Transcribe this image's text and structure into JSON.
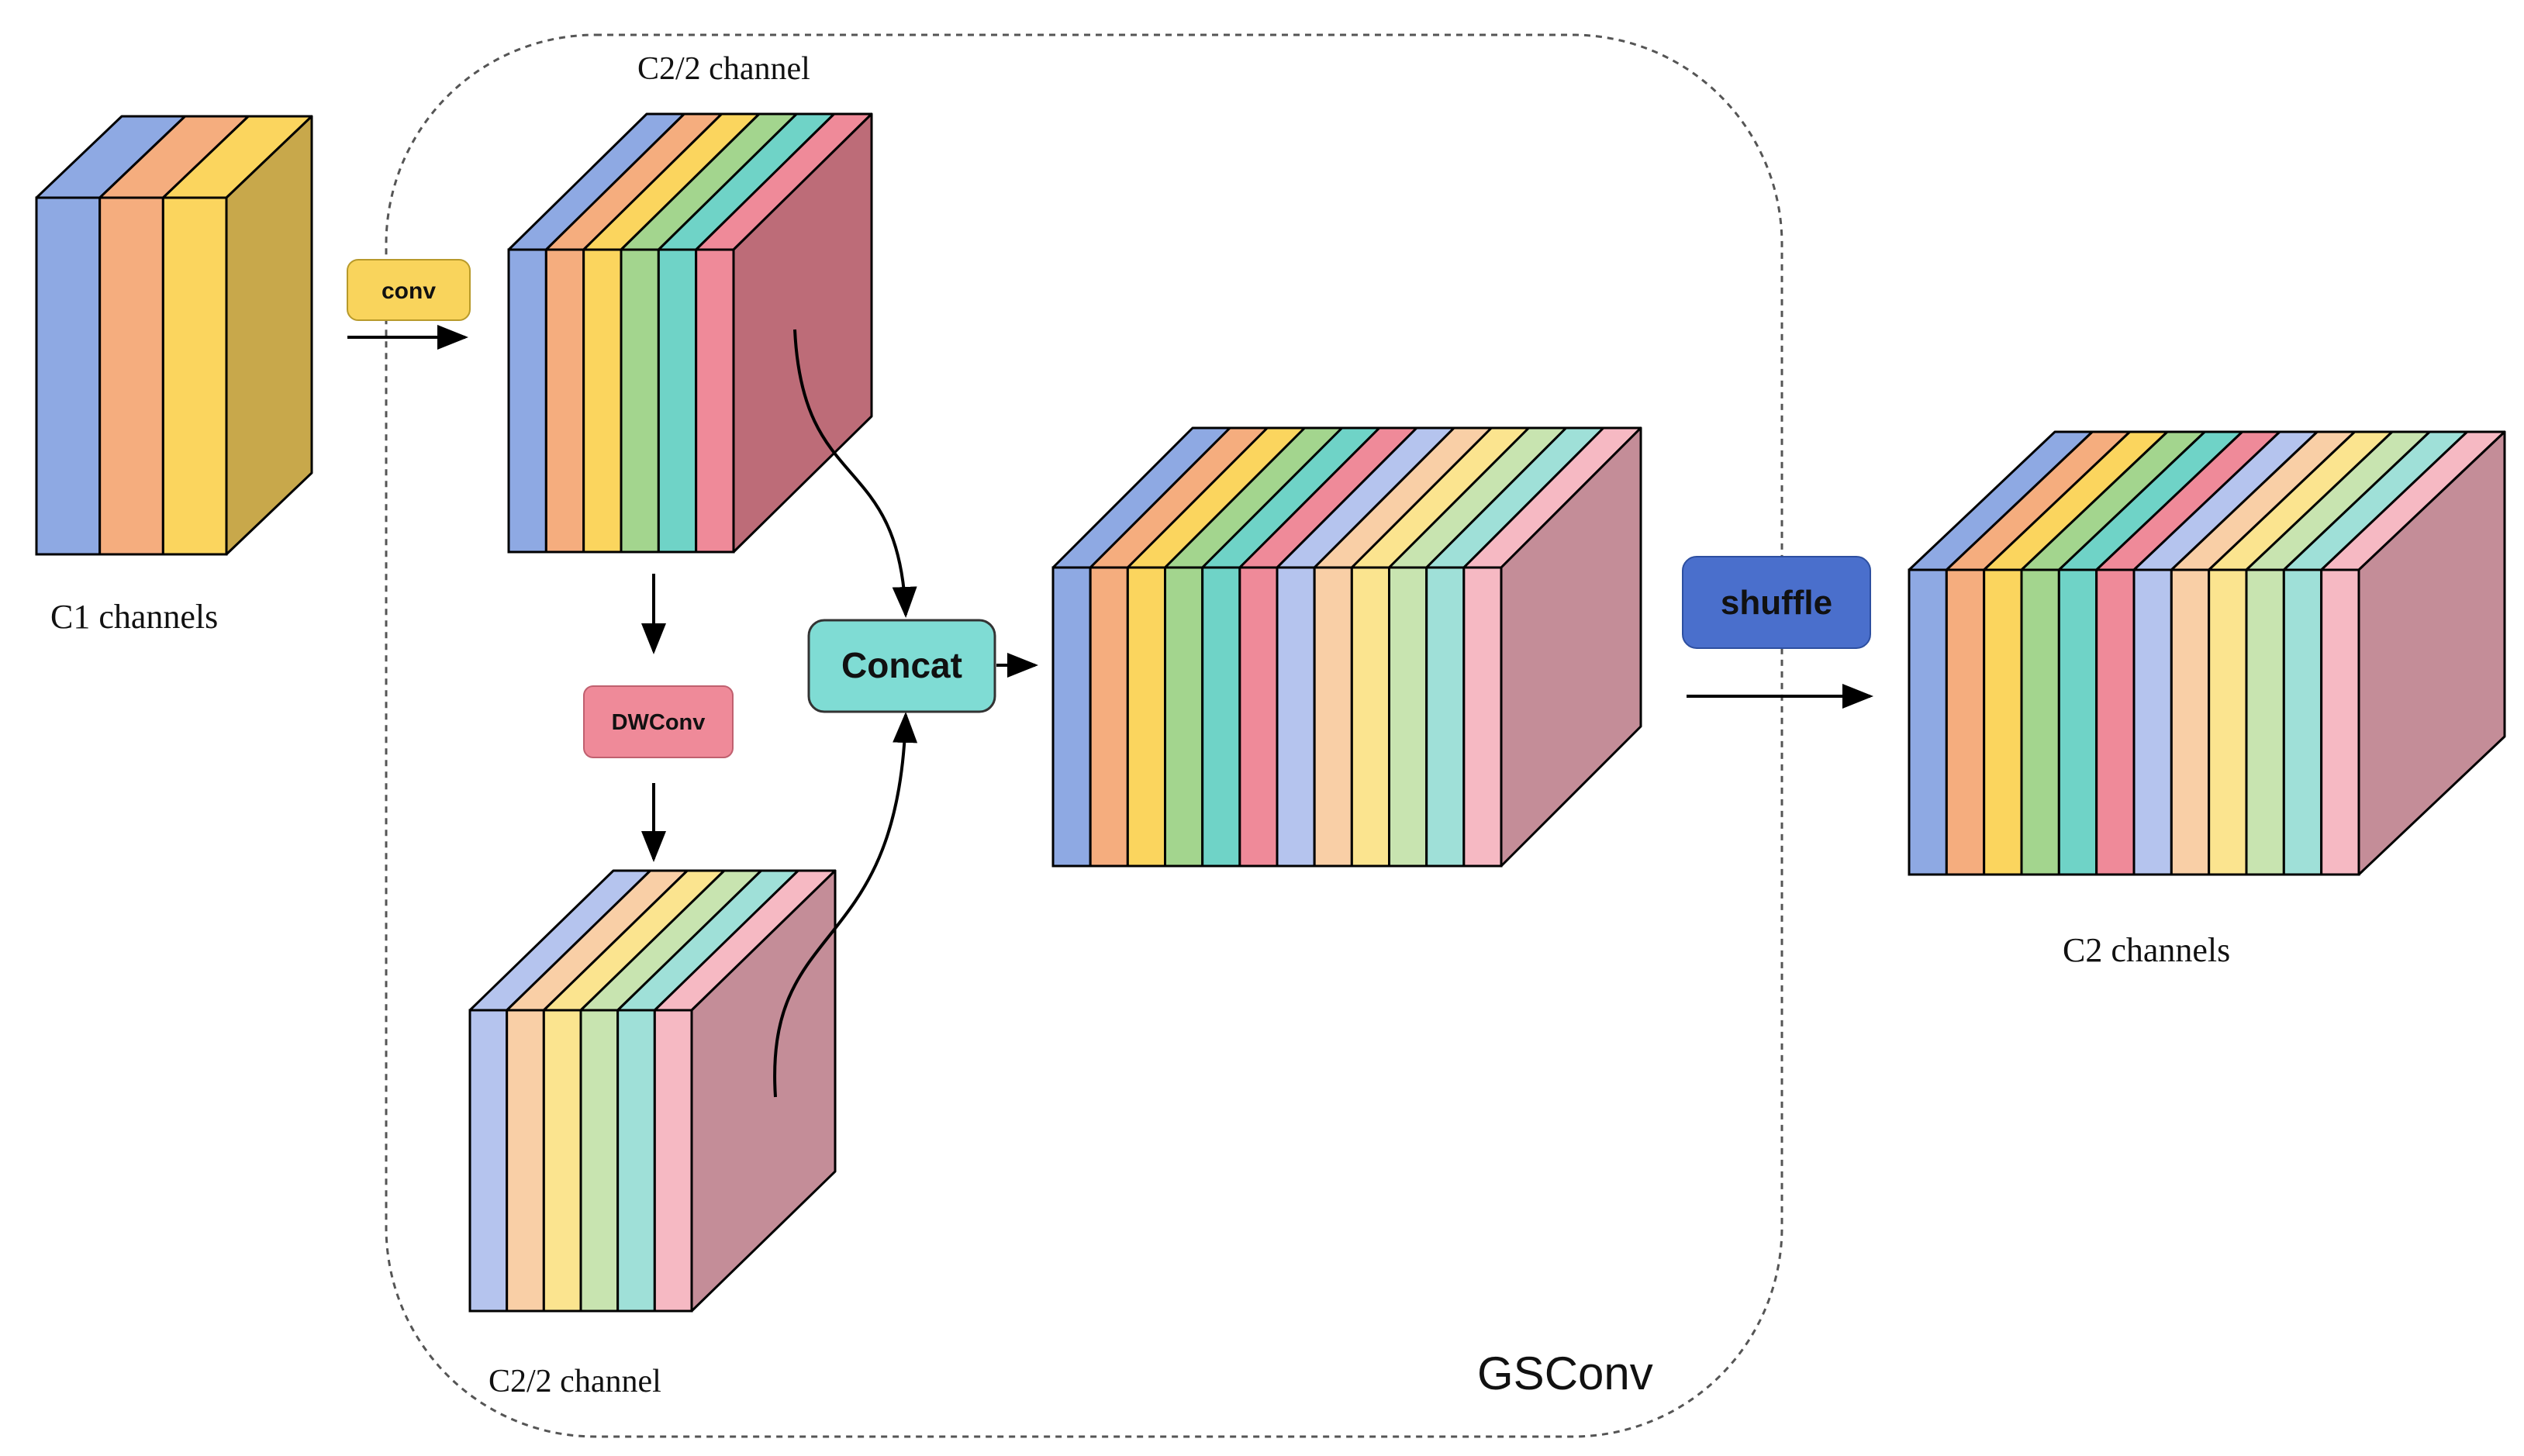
{
  "labels": {
    "c1_channels": "C1 channels",
    "c2_half_top": "C2/2 channel",
    "c2_half_bottom": "C2/2 channel",
    "c2_channels": "C2 channels",
    "gsconv": "GSConv"
  },
  "ops": {
    "conv": "conv",
    "dwconv": "DWConv",
    "concat": "Concat",
    "shuffle": "shuffle"
  },
  "colors": {
    "conv_box": "#f9d45c",
    "dwconv_box": "#ef8a99",
    "concat_box": "#7fdcd4",
    "shuffle_box": "#4a6fcc",
    "c1_slices": [
      "#8ea9e3",
      "#f5ad7e",
      "#fbd55e"
    ],
    "conv_slices": [
      "#8ea9e3",
      "#f5ad7e",
      "#fbd55e",
      "#a3d58e",
      "#6fd3c7",
      "#ef8a99"
    ],
    "dwconv_slices": [
      "#b5c4ee",
      "#f9cfa6",
      "#fbe48f",
      "#c8e4b0",
      "#9fe0d8",
      "#f6b9c3"
    ]
  }
}
